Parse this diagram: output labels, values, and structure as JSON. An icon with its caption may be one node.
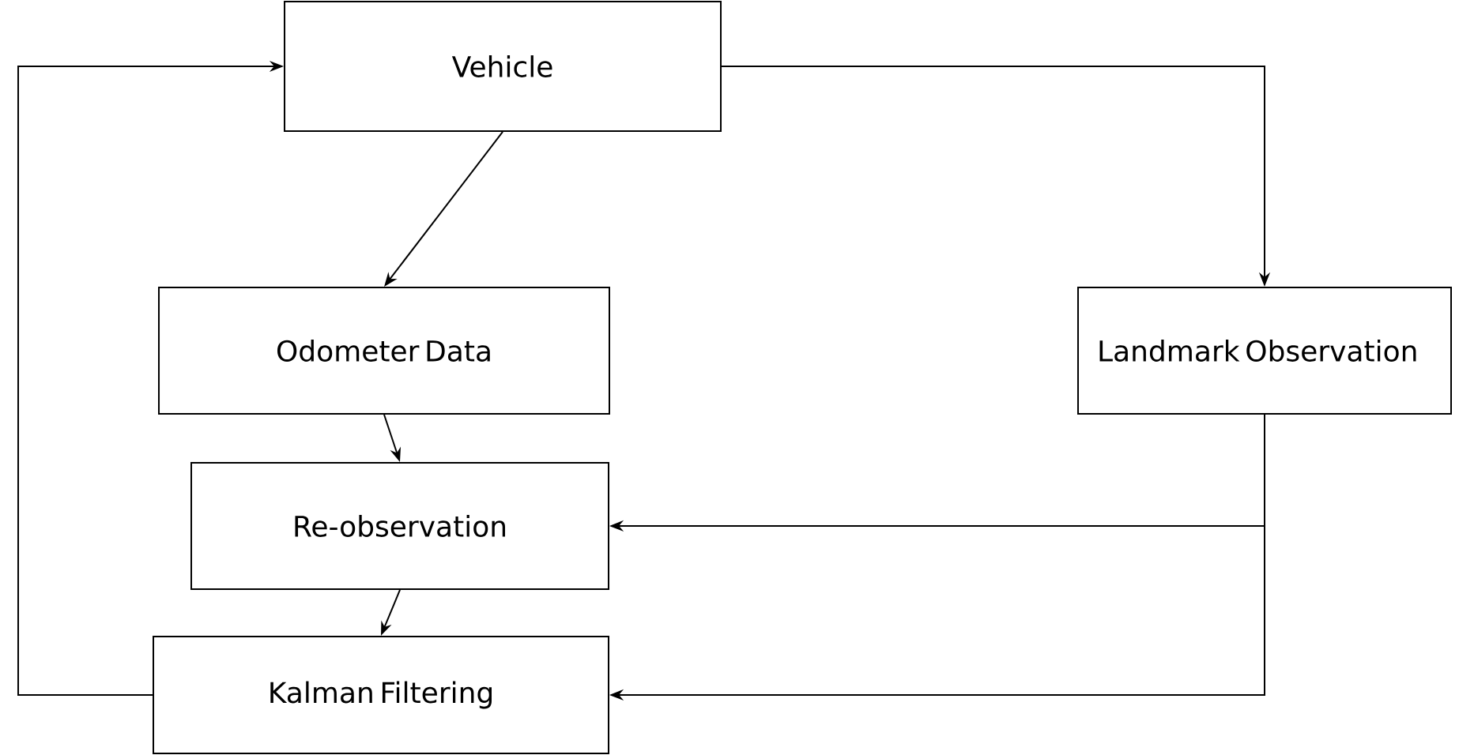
{
  "diagram": {
    "nodes": [
      {
        "text": [
          "Vehicle"
        ]
      },
      {
        "text": [
          "Odometer Data"
        ]
      },
      {
        "text": [
          "Landmark Observation"
        ]
      },
      {
        "text": [
          "Re-observation"
        ]
      },
      {
        "text": [
          "Kalman Filtering"
        ]
      }
    ],
    "edges": [
      {
        "from": 0,
        "to": 1,
        "arrow": "to"
      },
      {
        "from": 0,
        "to": 2,
        "arrow": "to"
      },
      {
        "from": 1,
        "to": 3,
        "arrow": "to"
      },
      {
        "from": 2,
        "to": 3,
        "arrow": "to"
      },
      {
        "from": 2,
        "to": 4,
        "arrow": "to"
      },
      {
        "from": 3,
        "to": 4,
        "arrow": "to"
      },
      {
        "from": 4,
        "to": 0,
        "arrow": "to"
      }
    ]
  }
}
